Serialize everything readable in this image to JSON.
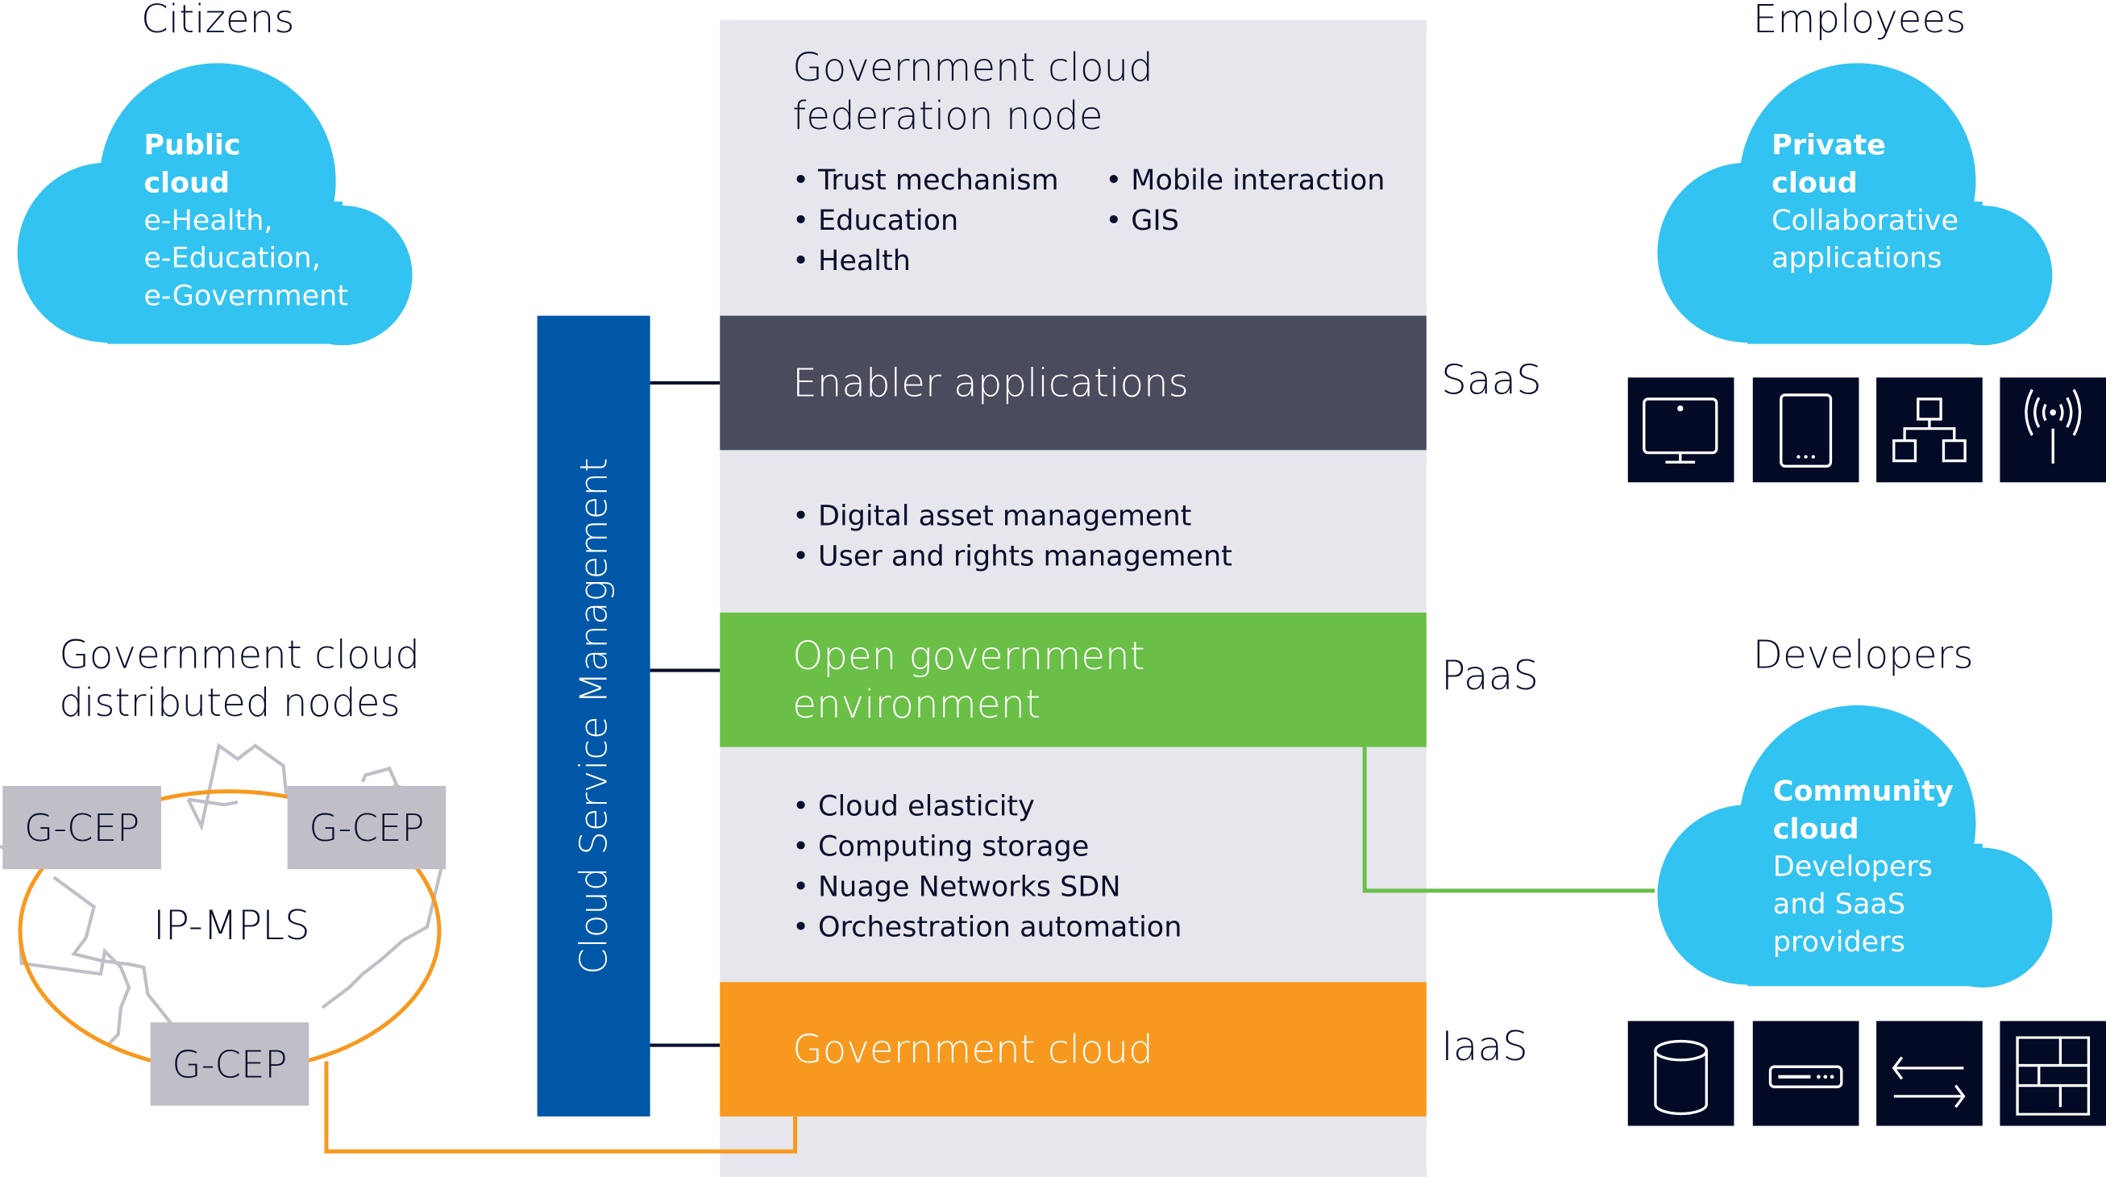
{
  "colors": {
    "cloud": "#33c3f0",
    "saas": "#4a4b5c",
    "paas": "#6abf47",
    "iaas": "#f7991f",
    "management": "#0057a8",
    "icon_bg": "#030a26",
    "gcep": "#c0bfc8",
    "column": "#e6e6ec"
  },
  "citizens": {
    "title": "Citizens",
    "cloud_title": "Public cloud",
    "cloud_body": [
      "e-Health,",
      "e-Education,",
      "e-Government"
    ]
  },
  "employees": {
    "title": "Employees",
    "cloud_title": "Private cloud",
    "cloud_body": [
      "Collaborative",
      "applications"
    ],
    "icons": [
      "monitor-icon",
      "tablet-icon",
      "hierarchy-icon",
      "antenna-icon"
    ]
  },
  "developers": {
    "title": "Developers",
    "cloud_title": "Community cloud",
    "cloud_body": [
      "Developers",
      "and SaaS",
      "providers"
    ],
    "icons": [
      "database-icon",
      "server-icon",
      "exchange-arrows-icon",
      "firewall-icon"
    ]
  },
  "federation": {
    "title": [
      "Government cloud",
      "federation node"
    ],
    "items_left": [
      "Trust mechanism",
      "Education",
      "Health"
    ],
    "items_right": [
      "Mobile interaction",
      "GIS"
    ]
  },
  "saas": {
    "band": "Enabler applications",
    "tier": "SaaS",
    "items": [
      "Digital asset management",
      "User and rights management"
    ]
  },
  "paas": {
    "band": [
      "Open government",
      "environment"
    ],
    "tier": "PaaS",
    "items": [
      "Cloud elasticity",
      "Computing storage",
      "Nuage Networks SDN",
      "Orchestration automation"
    ]
  },
  "iaas": {
    "band": "Government cloud",
    "tier": "IaaS"
  },
  "management": "Cloud Service Management",
  "distributed": {
    "title": [
      "Government cloud",
      "distributed nodes"
    ],
    "network": "IP-MPLS",
    "nodes": [
      "G-CEP",
      "G-CEP",
      "G-CEP"
    ]
  }
}
